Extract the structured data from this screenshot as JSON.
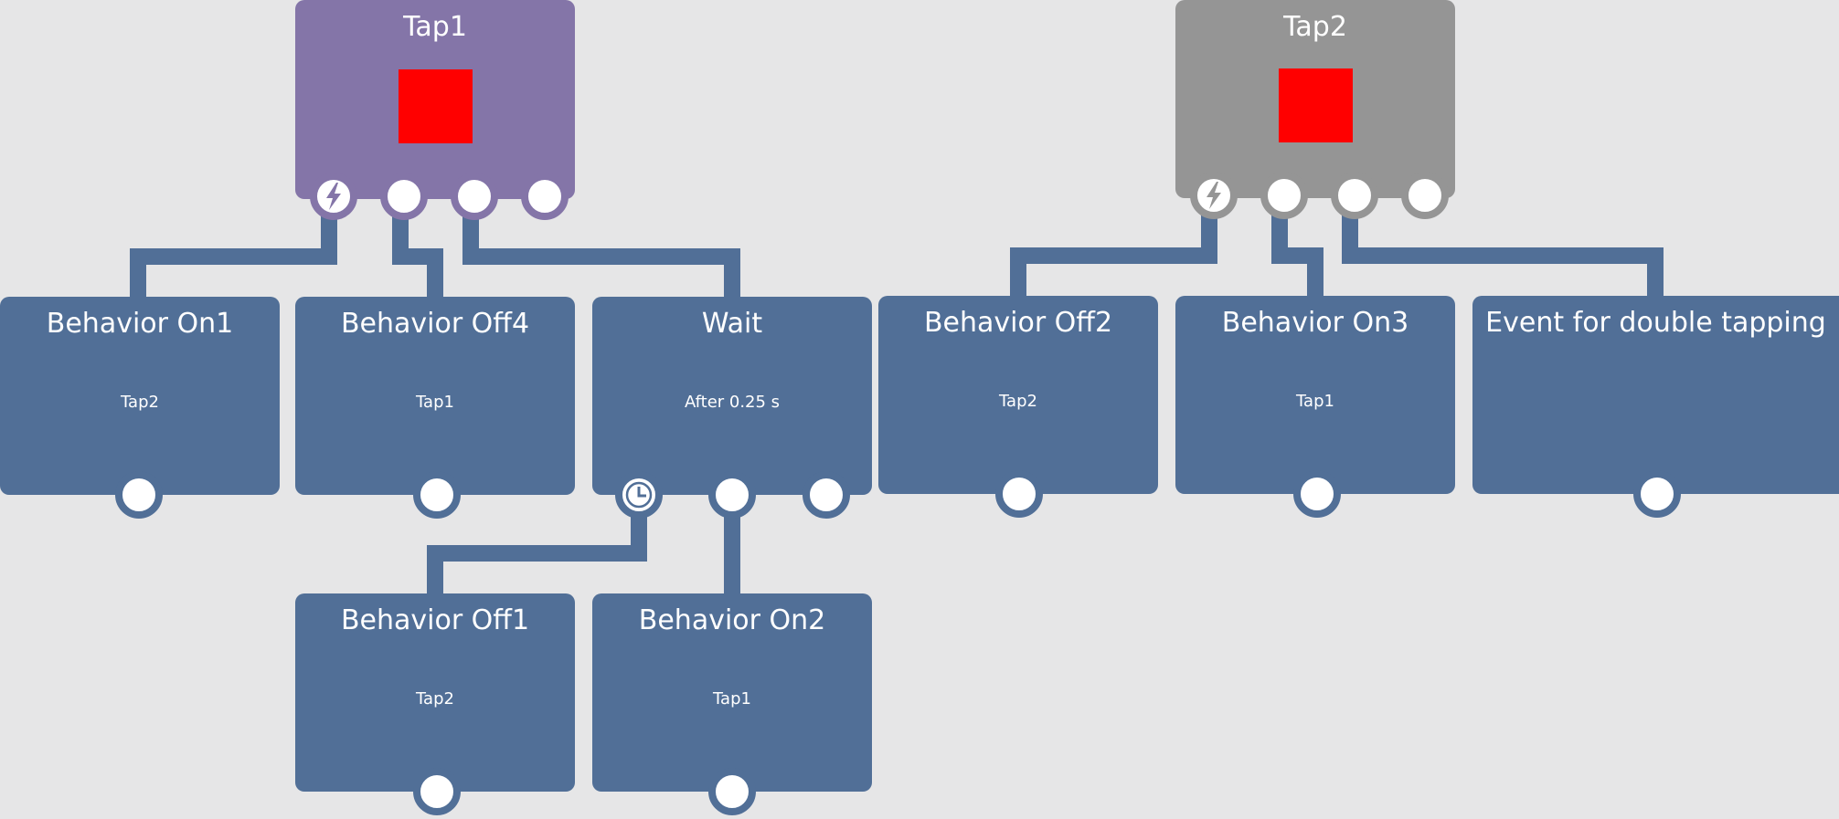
{
  "colors": {
    "background": "#e6e6e7",
    "node": "#516f97",
    "trigger_active": "#8475a8",
    "trigger_inactive": "#959595",
    "swatch": "#ff0000",
    "port": "#ffffff",
    "wire": "#516f97"
  },
  "triggers": {
    "tap1": {
      "title": "Tap1"
    },
    "tap2": {
      "title": "Tap2"
    }
  },
  "nodes": {
    "behavior_on1": {
      "title": "Behavior On1",
      "target": "Tap2"
    },
    "behavior_off4": {
      "title": "Behavior Off4",
      "target": "Tap1"
    },
    "wait": {
      "title": "Wait",
      "detail": "After 0.25 s"
    },
    "behavior_off2": {
      "title": "Behavior Off2",
      "target": "Tap2"
    },
    "behavior_on3": {
      "title": "Behavior On3",
      "target": "Tap1"
    },
    "event_double": {
      "title": "Event for double tapping"
    },
    "behavior_off1": {
      "title": "Behavior Off1",
      "target": "Tap2"
    },
    "behavior_on2": {
      "title": "Behavior On2",
      "target": "Tap1"
    }
  },
  "icons": {
    "trigger_port": "lightning-icon",
    "timer_port": "clock-icon"
  }
}
